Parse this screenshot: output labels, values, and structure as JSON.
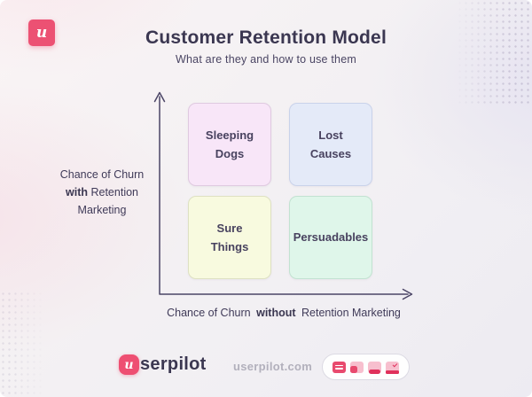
{
  "header": {
    "logo_letter": "u",
    "title": "Customer Retention Model",
    "subtitle": "What are they and how to use them"
  },
  "chart_data": {
    "type": "quadrant-matrix",
    "title": "Customer Retention Model",
    "x_axis": {
      "prefix": "Chance of Churn",
      "emphasis": "without",
      "suffix": "Retention Marketing"
    },
    "y_axis": {
      "prefix": "Chance of Churn",
      "emphasis": "with",
      "suffix": "Retention Marketing"
    },
    "quadrants": [
      {
        "name": "Sleeping Dogs",
        "label": "Sleeping\nDogs",
        "position": "top-left",
        "color": "#f8e6f8"
      },
      {
        "name": "Lost Causes",
        "label": "Lost\nCauses",
        "position": "top-right",
        "color": "#e4eaf8"
      },
      {
        "name": "Sure Things",
        "label": "Sure\nThings",
        "position": "bottom-left",
        "color": "#f8fadf"
      },
      {
        "name": "Persuadables",
        "label": "Persuadables",
        "position": "bottom-right",
        "color": "#dff6ea"
      }
    ]
  },
  "footer": {
    "logo_letter": "u",
    "logo_rest": "serpilot",
    "website": "userpilot.com",
    "icons": [
      "modal-icon",
      "panel-icon",
      "dock-icon",
      "banner-icon"
    ]
  },
  "colors": {
    "brand_pink": "#ec5173",
    "text_dark": "#3b3751",
    "text_muted": "#b2b0bc",
    "axis": "#4b4566"
  }
}
